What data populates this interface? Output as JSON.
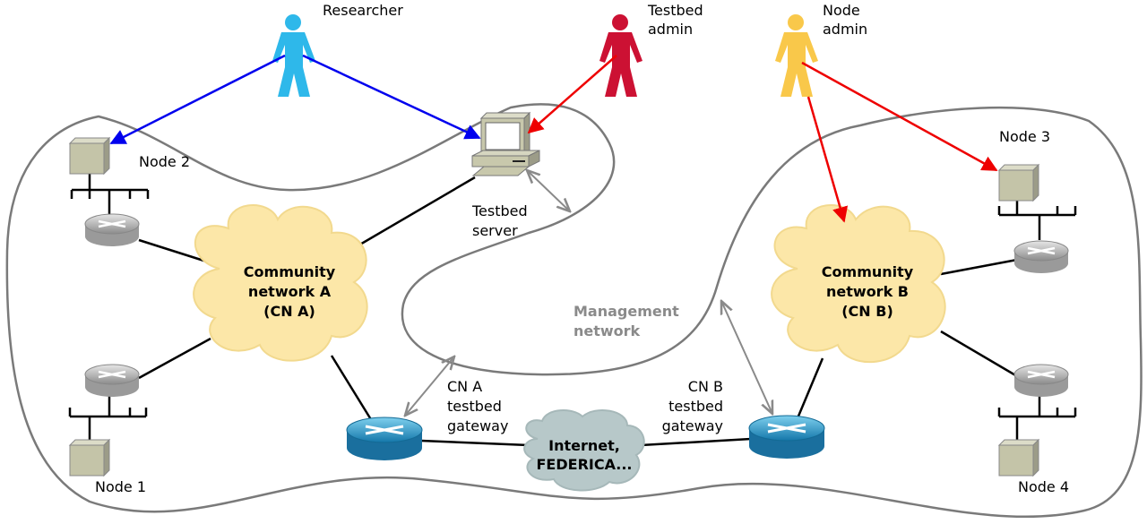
{
  "actors": {
    "researcher": {
      "label": "Researcher",
      "color": "#2eb8ea"
    },
    "testbed_admin": {
      "line1": "Testbed",
      "line2": "admin",
      "color": "#cc1133"
    },
    "node_admin": {
      "line1": "Node",
      "line2": "admin",
      "color": "#f9c84a"
    }
  },
  "nodes": {
    "node1": "Node 1",
    "node2": "Node 2",
    "node3": "Node 3",
    "node4": "Node 4"
  },
  "server": {
    "line1": "Testbed",
    "line2": "server"
  },
  "clouds": {
    "cn_a": {
      "line1": "Community",
      "line2": "network A",
      "line3": "(CN A)",
      "color": "#fce7a8"
    },
    "cn_b": {
      "line1": "Community",
      "line2": "network B",
      "line3": "(CN B)",
      "color": "#fce7a8"
    },
    "internet": {
      "line1": "Internet,",
      "line2": "FEDERICA...",
      "color": "#b7c8c9"
    }
  },
  "gateways": {
    "a": {
      "line1": "CN A",
      "line2": "testbed",
      "line3": "gateway"
    },
    "b": {
      "line1": "CN B",
      "line2": "testbed",
      "line3": "gateway"
    }
  },
  "management": {
    "line1": "Management",
    "line2": "network"
  },
  "colors": {
    "researcher_arrow": "#0000ee",
    "admin_arrow": "#ee0000",
    "mgmt_arrow": "#8a8a8a",
    "outline": "#7a7a7a"
  }
}
